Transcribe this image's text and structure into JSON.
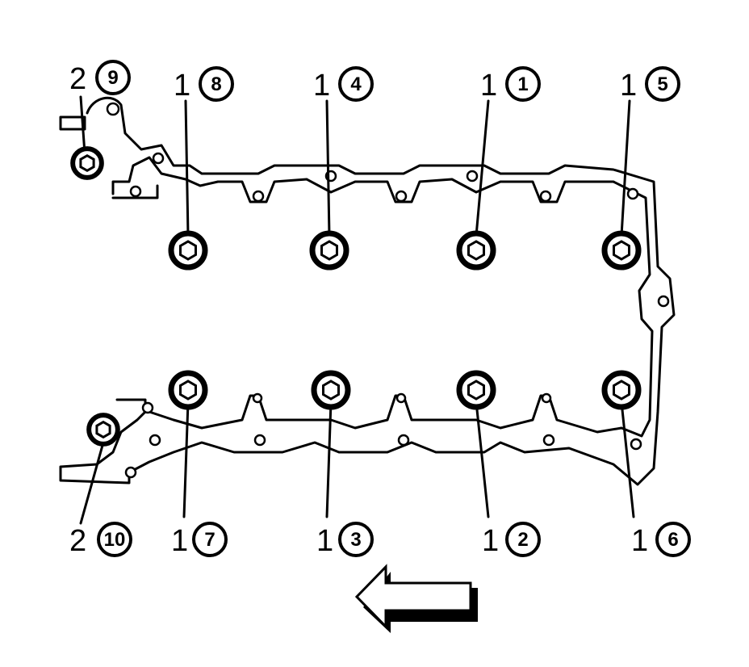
{
  "diagram": {
    "type": "bolt-tightening-sequence",
    "fasteners": [
      {
        "id": "b9",
        "pass": "2",
        "sequence": "9",
        "label_side": "top"
      },
      {
        "id": "b8",
        "pass": "1",
        "sequence": "8",
        "label_side": "top"
      },
      {
        "id": "b4",
        "pass": "1",
        "sequence": "4",
        "label_side": "top"
      },
      {
        "id": "b1",
        "pass": "1",
        "sequence": "1",
        "label_side": "top"
      },
      {
        "id": "b5",
        "pass": "1",
        "sequence": "5",
        "label_side": "top"
      },
      {
        "id": "b10",
        "pass": "2",
        "sequence": "10",
        "label_side": "bottom"
      },
      {
        "id": "b7",
        "pass": "1",
        "sequence": "7",
        "label_side": "bottom"
      },
      {
        "id": "b3",
        "pass": "1",
        "sequence": "3",
        "label_side": "bottom"
      },
      {
        "id": "b2",
        "pass": "1",
        "sequence": "2",
        "label_side": "bottom"
      },
      {
        "id": "b6",
        "pass": "1",
        "sequence": "6",
        "label_side": "bottom"
      }
    ],
    "direction_arrow": "left"
  }
}
